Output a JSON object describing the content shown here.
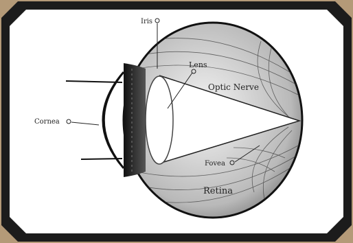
{
  "labels": {
    "iris": "Iris",
    "lens": "Lens",
    "optic_nerve": "Optic Nerve",
    "cornea": "Cornea",
    "fovea": "Fovea",
    "retina": "Retina"
  },
  "colors": {
    "background": "#b49a78",
    "frame": "#1c1c1c",
    "paper": "#ffffff",
    "ink": "#1f1f1f"
  }
}
